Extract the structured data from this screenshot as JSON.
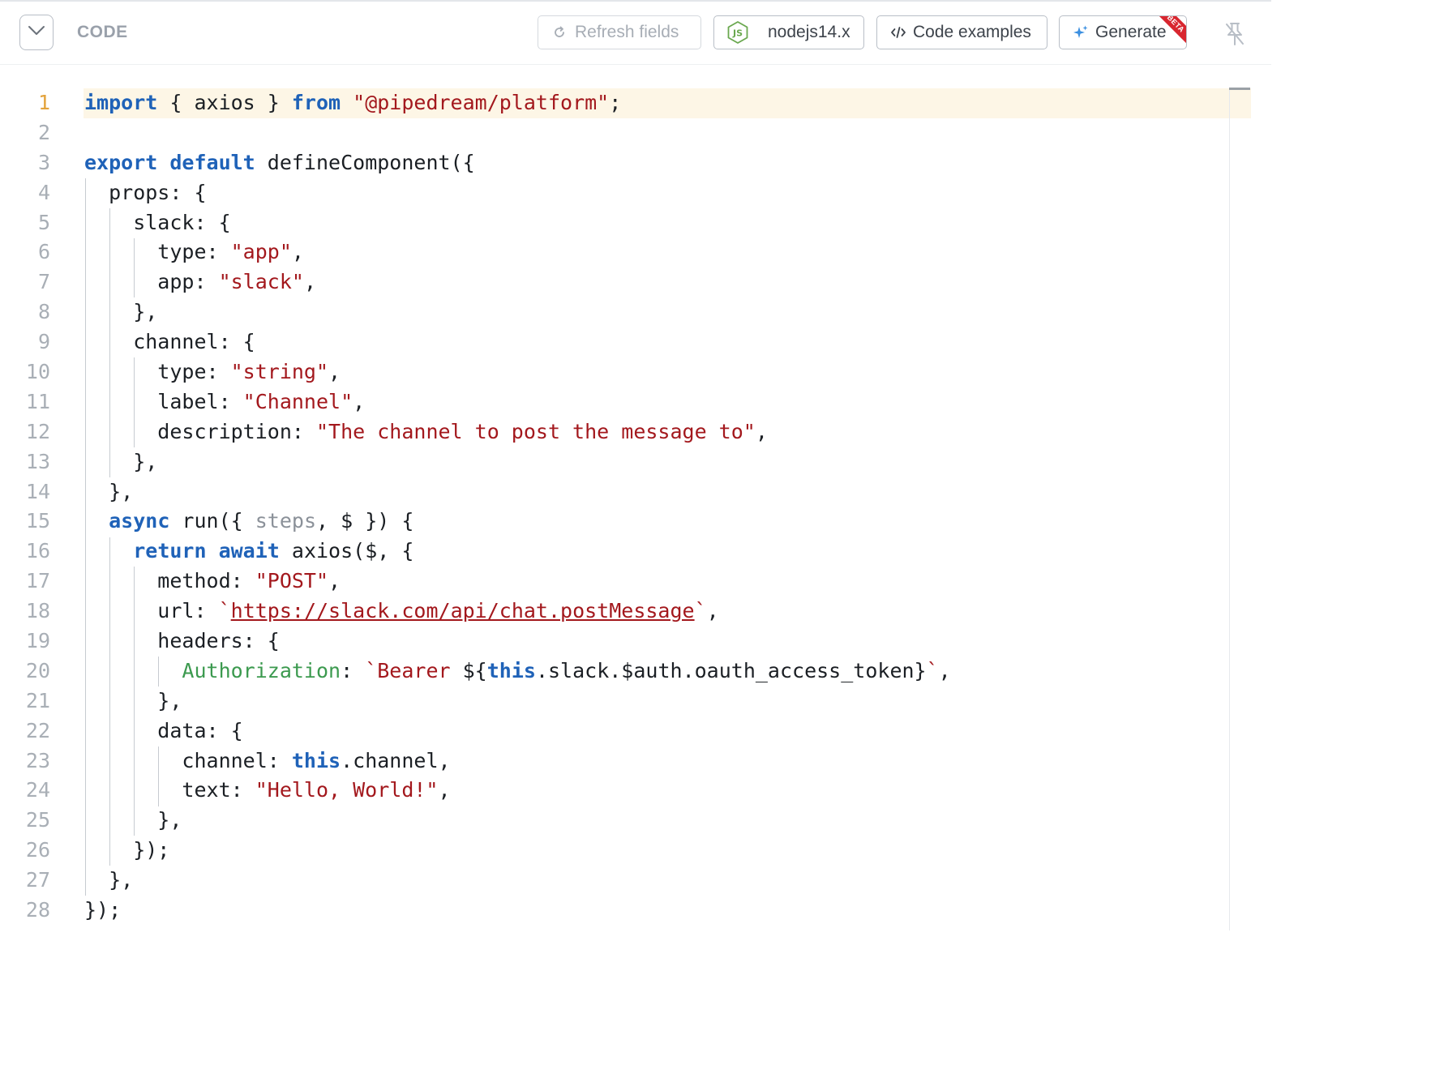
{
  "header": {
    "title": "CODE",
    "refresh_label": "Refresh fields",
    "runtime_label": "nodejs14.x",
    "runtime_icon_text": "JS",
    "examples_label": "Code examples",
    "generate_label": "Generate",
    "generate_badge": "BETA"
  },
  "editor": {
    "current_line": 1,
    "lines": [
      [
        [
          "kw",
          "import"
        ],
        [
          "",
          "{ axios } "
        ],
        [
          "kw",
          "from"
        ],
        [
          "",
          ""
        ],
        [
          "str",
          "\"@pipedream/platform\""
        ],
        [
          "",
          ";"
        ]
      ],
      [],
      [
        [
          "kw",
          "export"
        ],
        [
          "",
          ""
        ],
        [
          "kw",
          "default"
        ],
        [
          "",
          "defineComponent({"
        ]
      ],
      [
        [
          "",
          "  props: {"
        ]
      ],
      [
        [
          "",
          "    slack: {"
        ]
      ],
      [
        [
          "",
          "      type: "
        ],
        [
          "str",
          "\"app\""
        ],
        [
          "",
          ","
        ]
      ],
      [
        [
          "",
          "      app: "
        ],
        [
          "str",
          "\"slack\""
        ],
        [
          "",
          ","
        ]
      ],
      [
        [
          "",
          "    },"
        ]
      ],
      [
        [
          "",
          "    channel: {"
        ]
      ],
      [
        [
          "",
          "      type: "
        ],
        [
          "str",
          "\"string\""
        ],
        [
          "",
          ","
        ]
      ],
      [
        [
          "",
          "      label: "
        ],
        [
          "str",
          "\"Channel\""
        ],
        [
          "",
          ","
        ]
      ],
      [
        [
          "",
          "      description: "
        ],
        [
          "str",
          "\"The channel to post the message to\""
        ],
        [
          "",
          ","
        ]
      ],
      [
        [
          "",
          "    },"
        ]
      ],
      [
        [
          "",
          "  },"
        ]
      ],
      [
        [
          "",
          "  "
        ],
        [
          "kw",
          "async"
        ],
        [
          "",
          "run({ "
        ],
        [
          "mut",
          "steps"
        ],
        [
          "",
          ", $ }) {"
        ]
      ],
      [
        [
          "",
          "    "
        ],
        [
          "kw",
          "return"
        ],
        [
          "",
          ""
        ],
        [
          "kw",
          "await"
        ],
        [
          "",
          "axios($, {"
        ]
      ],
      [
        [
          "",
          "      method: "
        ],
        [
          "str",
          "\"POST\""
        ],
        [
          "",
          ","
        ]
      ],
      [
        [
          "",
          "      url: "
        ],
        [
          "str",
          "`"
        ],
        [
          "lnk",
          "https://slack.com/api/chat.postMessage"
        ],
        [
          "str",
          "`"
        ],
        [
          "",
          ","
        ]
      ],
      [
        [
          "",
          "      headers: {"
        ]
      ],
      [
        [
          "",
          "        "
        ],
        [
          "prop",
          "Authorization"
        ],
        [
          "",
          ": "
        ],
        [
          "str",
          "`Bearer "
        ],
        [
          "",
          "${"
        ],
        [
          "kw",
          "this"
        ],
        [
          "",
          ".slack.$auth.oauth_access_token}"
        ],
        [
          "str",
          "`"
        ],
        [
          "",
          ","
        ]
      ],
      [
        [
          "",
          "      },"
        ]
      ],
      [
        [
          "",
          "      data: {"
        ]
      ],
      [
        [
          "",
          "        channel: "
        ],
        [
          "kw",
          "this"
        ],
        [
          "",
          ".channel,"
        ]
      ],
      [
        [
          "",
          "        text: "
        ],
        [
          "str",
          "\"Hello, World!\""
        ],
        [
          "",
          ","
        ]
      ],
      [
        [
          "",
          "      },"
        ]
      ],
      [
        [
          "",
          "    });"
        ]
      ],
      [
        [
          "",
          "  },"
        ]
      ],
      [
        [
          "",
          "});"
        ]
      ]
    ]
  }
}
